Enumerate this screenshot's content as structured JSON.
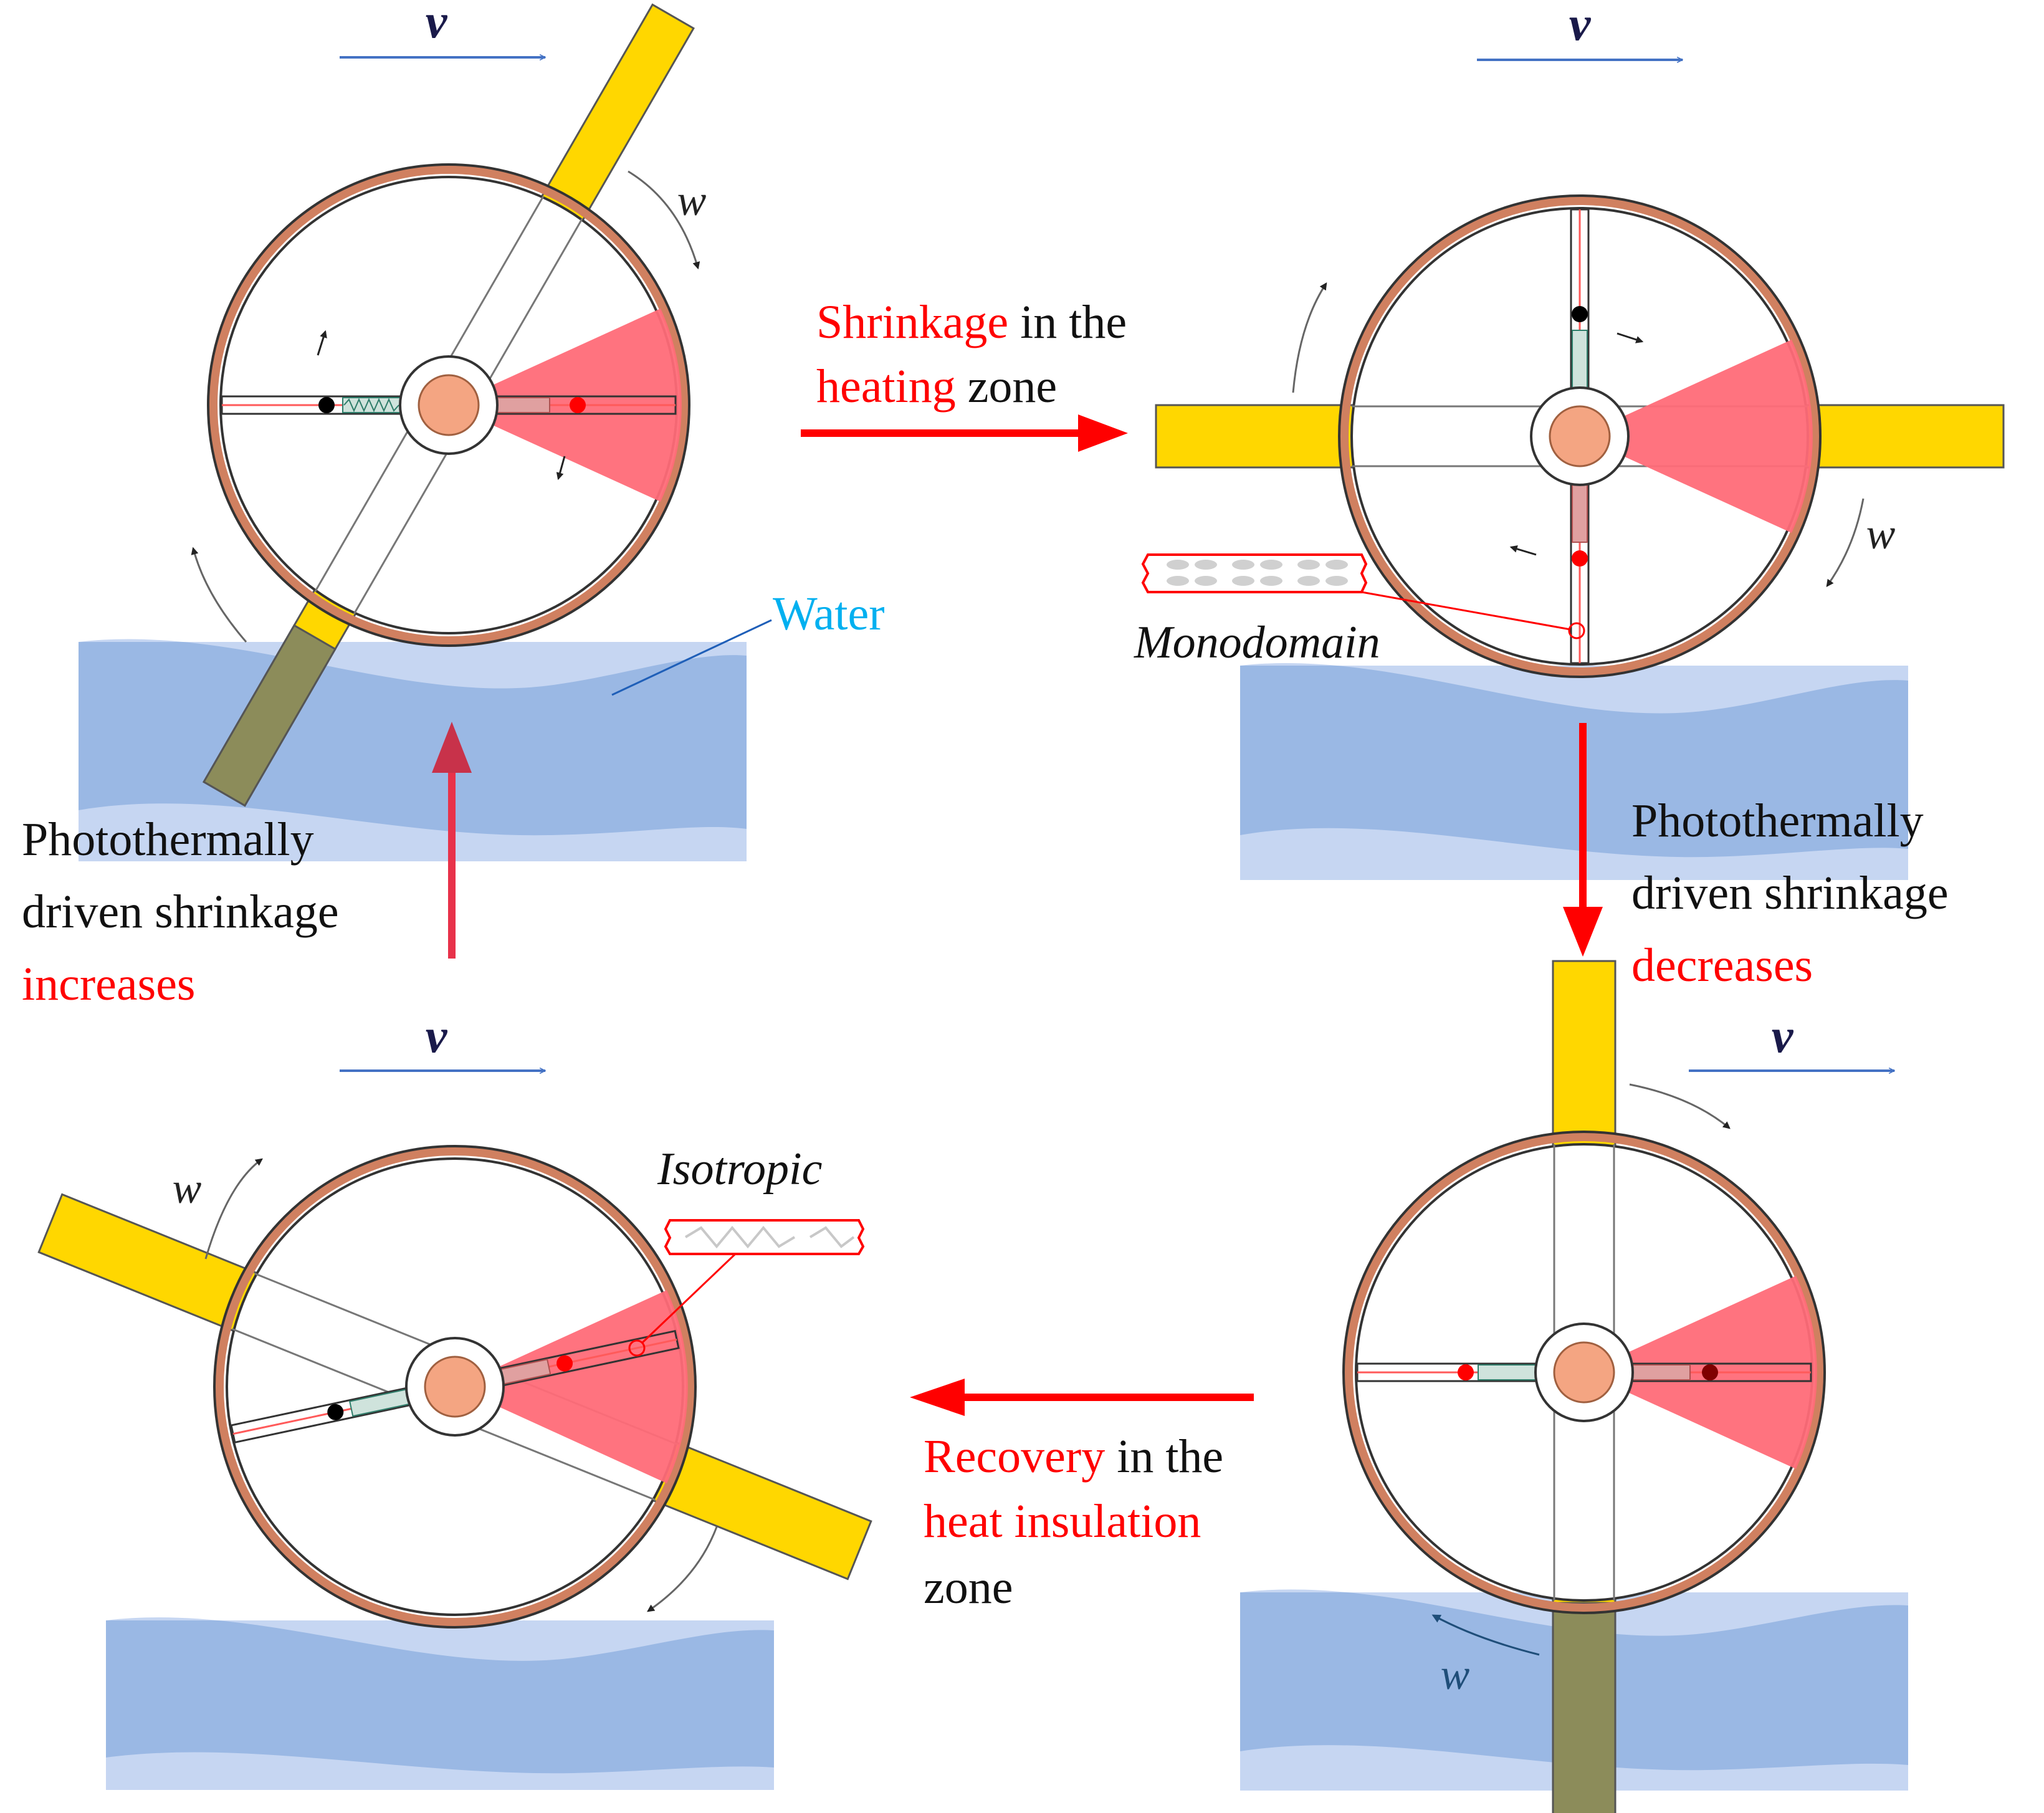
{
  "diagram": {
    "velocity_symbol": "v",
    "angular_symbol": "w",
    "water_label": "Water",
    "monodomain_label": "Monodomain",
    "isotropic_label": "Isotropic",
    "transitions": {
      "top": {
        "highlight1": "Shrinkage",
        "plain1": " in the",
        "highlight2": "heating",
        "plain2": " zone"
      },
      "right": {
        "line1": "Photothermally",
        "line2": "driven shrinkage",
        "highlight": "decreases"
      },
      "bottom": {
        "highlight1": "Recovery",
        "plain1": " in the",
        "highlight2": "heat insulation",
        "plain2": "zone"
      },
      "left": {
        "line1": "Photothermally",
        "line2": "driven shrinkage",
        "highlight": "increases"
      }
    },
    "colors": {
      "accent_red": "#ff0000",
      "blade_yellow": "#ffd700",
      "blade_submerged": "#8c8c5a",
      "heat_zone": "#ff6b78",
      "water_dark": "#9ab8e4",
      "water_light": "#c6d6f2",
      "water_label": "#00b0f0",
      "velocity_arrow": "#4472c4",
      "rim_copper": "#d08060",
      "hub": "#f4a582"
    }
  }
}
